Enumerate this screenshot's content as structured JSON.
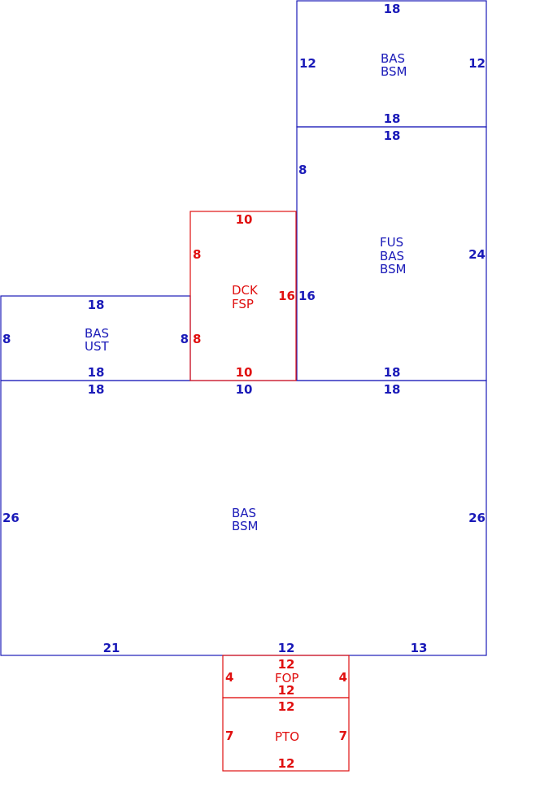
{
  "colors": {
    "living": "#1a1ab8",
    "outdoor": "#e01010"
  },
  "areas": {
    "top_bas": {
      "codes": [
        "BAS",
        "BSM"
      ],
      "dims": {
        "top": "18",
        "bottom": "18",
        "left": "12",
        "right": "12"
      }
    },
    "fus": {
      "codes": [
        "FUS",
        "BAS",
        "BSM"
      ],
      "dims": {
        "top": "18",
        "bottom": "18",
        "left_upper": "8",
        "left_lower": "16",
        "right": "24"
      }
    },
    "deck": {
      "codes": [
        "DCK",
        "FSP"
      ],
      "dims": {
        "top": "10",
        "bottom": "10",
        "left_upper": "8",
        "left_lower": "8",
        "right": "16"
      }
    },
    "ust": {
      "codes": [
        "BAS",
        "UST"
      ],
      "dims": {
        "top": "18",
        "bottom": "18",
        "left": "8",
        "right": "8"
      }
    },
    "main": {
      "codes": [
        "BAS",
        "BSM"
      ],
      "dims": {
        "top_left": "18",
        "top_mid": "10",
        "top_right": "18",
        "left": "26",
        "right": "26",
        "bottom_left": "21",
        "bottom_mid": "12",
        "bottom_right": "13"
      }
    },
    "fop": {
      "codes": [
        "FOP"
      ],
      "dims": {
        "top": "12",
        "bottom": "12",
        "left": "4",
        "right": "4"
      }
    },
    "pto": {
      "codes": [
        "PTO"
      ],
      "dims": {
        "top": "12",
        "bottom": "12",
        "left": "7",
        "right": "7"
      }
    }
  }
}
